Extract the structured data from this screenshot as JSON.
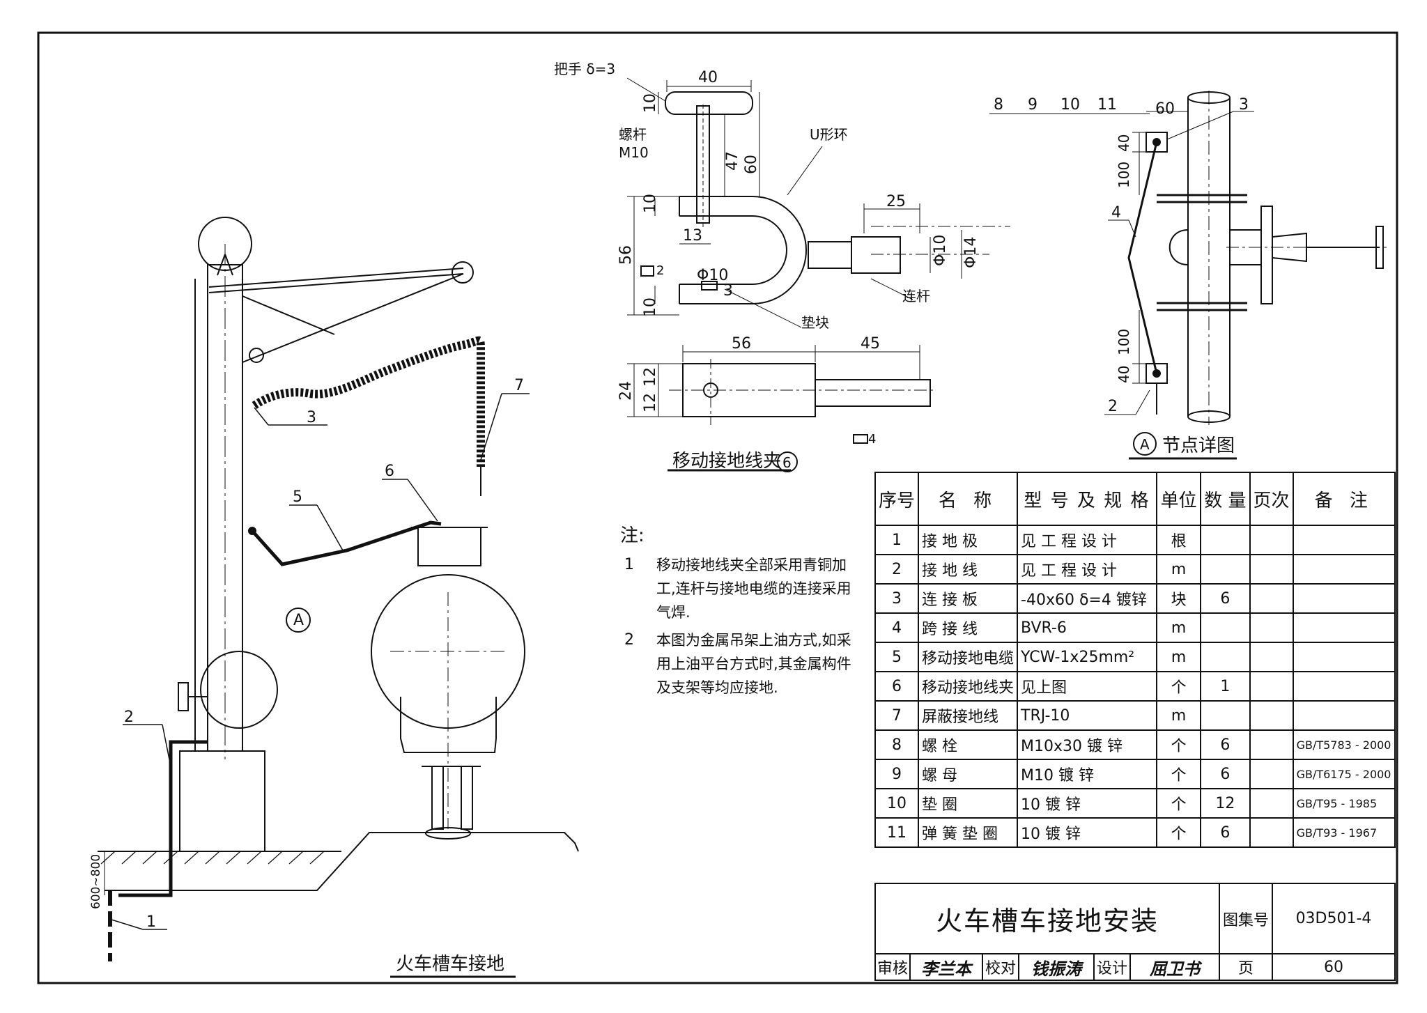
{
  "drawing": {
    "main_view": {
      "caption": "火车槽车接地",
      "callouts": [
        "1",
        "2",
        "3",
        "5",
        "6",
        "7"
      ],
      "detail_marker": "A",
      "depth_dim": "600~800"
    },
    "clamp_view": {
      "caption": "移动接地线夹",
      "caption_marker": "6",
      "labels": {
        "handle": "把手 δ=3",
        "bolt": "螺杆",
        "bolt_spec": "M10",
        "u_ring": "U形环",
        "rod": "连杆",
        "pad": "垫块",
        "weld_top": "2",
        "weld_bottom": "4"
      },
      "dims": {
        "d40": "40",
        "d10a": "10",
        "d47": "47",
        "d60": "60",
        "d10b": "10",
        "d13": "13",
        "d56": "56",
        "d10c": "10",
        "phi10a": "Φ10",
        "d3": "3",
        "d25": "25",
        "phi10b": "Φ10",
        "phi14": "Φ14",
        "d56b": "56",
        "d45": "45",
        "d24": "24",
        "d12a": "12",
        "d12b": "12"
      }
    },
    "detail_view": {
      "caption": "节点详图",
      "caption_marker": "A",
      "callouts": [
        "8",
        "9",
        "10",
        "11",
        "3",
        "4",
        "2"
      ],
      "dims": {
        "d60": "60",
        "d40a": "40",
        "d100a": "100",
        "d100b": "100",
        "d40b": "40"
      }
    }
  },
  "notes": {
    "title": "注:",
    "items": [
      {
        "num": "1",
        "text": "移动接地线夹全部采用青铜加工,连杆与接地电缆的连接采用气焊."
      },
      {
        "num": "2",
        "text": "本图为金属吊架上油方式,如采用上油平台方式时,其金属构件及支架等均应接地."
      }
    ]
  },
  "bom": {
    "headers": [
      "序号",
      "名 称",
      "型 号 及 规 格",
      "单位",
      "数 量",
      "页次",
      "备 注"
    ],
    "rows": [
      {
        "no": "1",
        "name": "接 地 极",
        "spec": "见 工 程 设 计",
        "unit": "根",
        "qty": "",
        "page": "",
        "remark": ""
      },
      {
        "no": "2",
        "name": "接 地 线",
        "spec": "见 工 程 设 计",
        "unit": "m",
        "qty": "",
        "page": "",
        "remark": ""
      },
      {
        "no": "3",
        "name": "连 接 板",
        "spec": "-40x60  δ=4  镀锌",
        "unit": "块",
        "qty": "6",
        "page": "",
        "remark": ""
      },
      {
        "no": "4",
        "name": "跨 接 线",
        "spec": "BVR-6",
        "unit": "m",
        "qty": "",
        "page": "",
        "remark": ""
      },
      {
        "no": "5",
        "name": "移动接地电缆",
        "spec": "YCW-1x25mm²",
        "unit": "m",
        "qty": "",
        "page": "",
        "remark": ""
      },
      {
        "no": "6",
        "name": "移动接地线夹",
        "spec": "见上图",
        "unit": "个",
        "qty": "1",
        "page": "",
        "remark": ""
      },
      {
        "no": "7",
        "name": "屏蔽接地线",
        "spec": "TRJ-10",
        "unit": "m",
        "qty": "",
        "page": "",
        "remark": ""
      },
      {
        "no": "8",
        "name": "螺 栓",
        "spec": "M10x30     镀 锌",
        "unit": "个",
        "qty": "6",
        "page": "",
        "remark": "GB/T5783 - 2000"
      },
      {
        "no": "9",
        "name": "螺 母",
        "spec": "M10          镀 锌",
        "unit": "个",
        "qty": "6",
        "page": "",
        "remark": "GB/T6175 - 2000"
      },
      {
        "no": "10",
        "name": "垫 圈",
        "spec": "10           镀 锌",
        "unit": "个",
        "qty": "12",
        "page": "",
        "remark": "GB/T95 - 1985"
      },
      {
        "no": "11",
        "name": "弹 簧 垫 圈",
        "spec": "10           镀 锌",
        "unit": "个",
        "qty": "6",
        "page": "",
        "remark": "GB/T93 - 1967"
      }
    ]
  },
  "title_block": {
    "title": "火车槽车接地安装",
    "atlas_label": "图集号",
    "atlas_no": "03D501-4",
    "review_label": "审核",
    "reviewer": "李兰本",
    "check_label": "校对",
    "checker": "钱振涛",
    "design_label": "设计",
    "designer": "屈卫书",
    "page_label": "页",
    "page_no": "60"
  }
}
